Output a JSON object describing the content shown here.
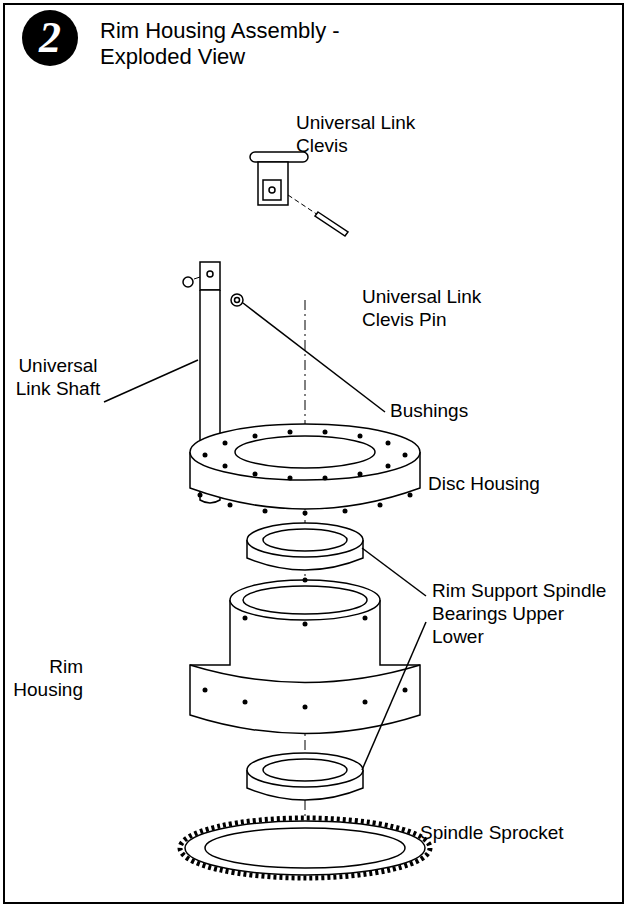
{
  "diagram": {
    "title": "Rim Housing Assembly - Exploded View",
    "nodes": [
      {
        "text": [
          "2"
        ]
      }
    ],
    "labels": [
      "Universal Link Clevis",
      "Universal Link Clevis Pin",
      "Universal Link Shaft",
      "Bushings",
      "Disc Housing",
      "Rim Support Spindle Bearings Upper Lower",
      "Rim Housing",
      "Spindle Sprocket"
    ]
  }
}
